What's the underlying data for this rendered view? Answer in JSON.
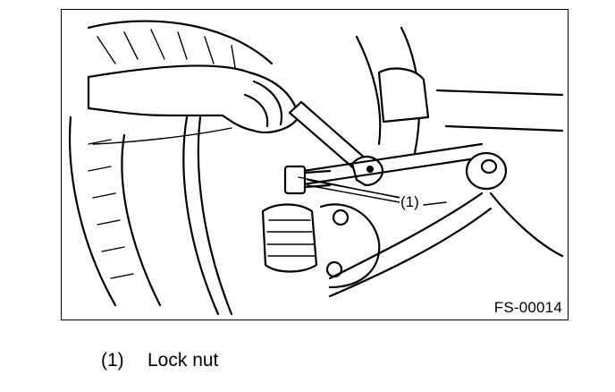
{
  "figure": {
    "code": "FS-00014",
    "callout": "(1)"
  },
  "legend": [
    {
      "number": "(1)",
      "label": "Lock nut"
    }
  ]
}
